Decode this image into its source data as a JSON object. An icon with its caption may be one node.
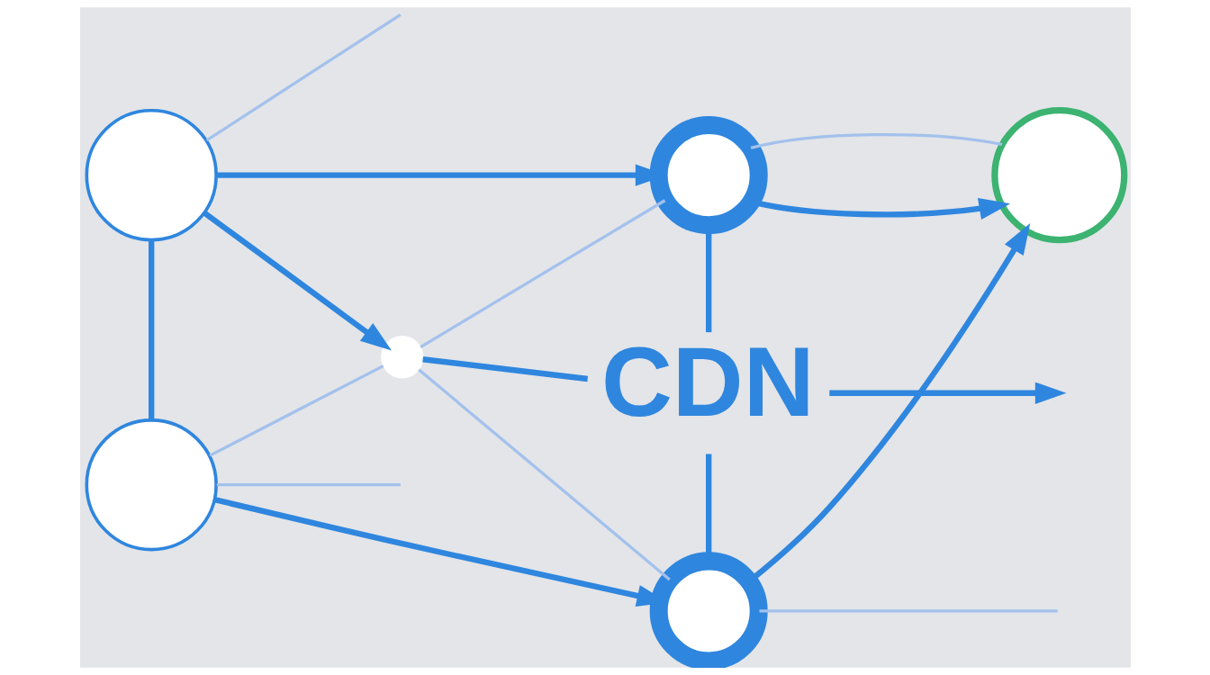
{
  "diagram": {
    "nodes": [
      {
        "text": [],
        "shape": "circle"
      },
      {
        "text": [],
        "shape": "circle"
      },
      {
        "text": [],
        "shape": "circle"
      },
      {
        "text": [
          "CDN"
        ]
      },
      {
        "text": [],
        "shape": "circle"
      },
      {
        "text": [],
        "shape": "circle"
      },
      {
        "text": [],
        "shape": "circle"
      }
    ],
    "edges": [
      {
        "from": 1,
        "to": 0,
        "arrow": "to"
      },
      {
        "from": 1,
        "to": 2,
        "arrow": "to"
      },
      {
        "from": 1,
        "to": 5,
        "arrow": "none"
      },
      {
        "from": 1,
        "to": null,
        "arrow": "none",
        "color": "#a3c1ec"
      },
      {
        "from": 5,
        "to": null,
        "arrow": "none",
        "color": "#a3c1ec"
      },
      {
        "from": 5,
        "to": 2,
        "arrow": "none",
        "color": "#a3c1ec"
      },
      {
        "from": 2,
        "to": 0,
        "arrow": "none",
        "color": "#a3c1ec"
      },
      {
        "from": 2,
        "to": 6,
        "arrow": "none",
        "color": "#a3c1ec"
      },
      {
        "from": 2,
        "to": 3,
        "arrow": "none"
      },
      {
        "from": 0,
        "to": 3,
        "arrow": "none"
      },
      {
        "from": 3,
        "to": null,
        "arrow": "to"
      },
      {
        "from": 3,
        "to": 6,
        "arrow": "none"
      },
      {
        "from": 0,
        "to": 4,
        "arrow": "to"
      },
      {
        "from": 0,
        "to": 4,
        "arrow": "none",
        "color": "#a3c1ec"
      },
      {
        "from": 6,
        "to": null,
        "arrow": "none",
        "color": "#a3c1ec"
      },
      {
        "from": 6,
        "to": 4,
        "arrow": "to"
      },
      {
        "from": 5,
        "to": 6,
        "arrow": "to"
      }
    ]
  }
}
